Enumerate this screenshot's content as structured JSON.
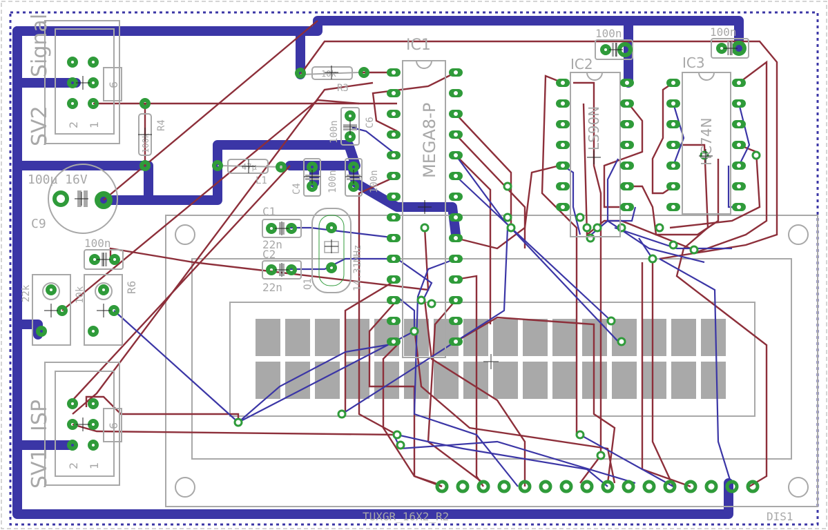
{
  "board": {
    "name": "TUXGR_16X2_R2",
    "display_name": "DIS1",
    "colors": {
      "top_copper": "#8d2f3a",
      "bottom_copper": "#3b36a6",
      "pads": "#2f9b3a",
      "silkscreen": "#a8a8a8",
      "lcd_segments": "#a9a9a9",
      "board_outline": "#3b36a6"
    }
  },
  "connectors": {
    "signal": {
      "name": "SV2",
      "label": "Signal",
      "pin1": "1",
      "pin2": "2",
      "pin6": "6"
    },
    "isp": {
      "name": "SV1",
      "label": "ISP",
      "pin1": "1",
      "pin2": "2",
      "pin6": "6"
    }
  },
  "ics": {
    "ic1": {
      "name": "IC1",
      "value": "MEGA8-P"
    },
    "ic2": {
      "name": "IC2",
      "value": "LS90N"
    },
    "ic3": {
      "name": "IC3",
      "value": "HC74N"
    }
  },
  "components": {
    "r3": {
      "name": "R3",
      "value": "10k"
    },
    "r4": {
      "name": "R4",
      "value": "100k"
    },
    "r6": {
      "name": "R6",
      "value": "10k"
    },
    "r_trim": {
      "value": "22k"
    },
    "l1": {
      "name": "L1",
      "value": "47µ"
    },
    "c1": {
      "name": "C1",
      "value": "22n"
    },
    "c2": {
      "name": "C2",
      "value": "22n"
    },
    "c4": {
      "name": "C4",
      "value": "100n"
    },
    "c5": {
      "value": "100n"
    },
    "c6": {
      "name": "C6",
      "value": "100n"
    },
    "c7": {
      "value": "100n"
    },
    "c8": {
      "value": "100n"
    },
    "c9": {
      "name": "C9",
      "value": "100µ 16V"
    },
    "c10": {
      "value": "100n"
    },
    "q1": {
      "name": "Q1",
      "value": "14.31MHz"
    }
  }
}
